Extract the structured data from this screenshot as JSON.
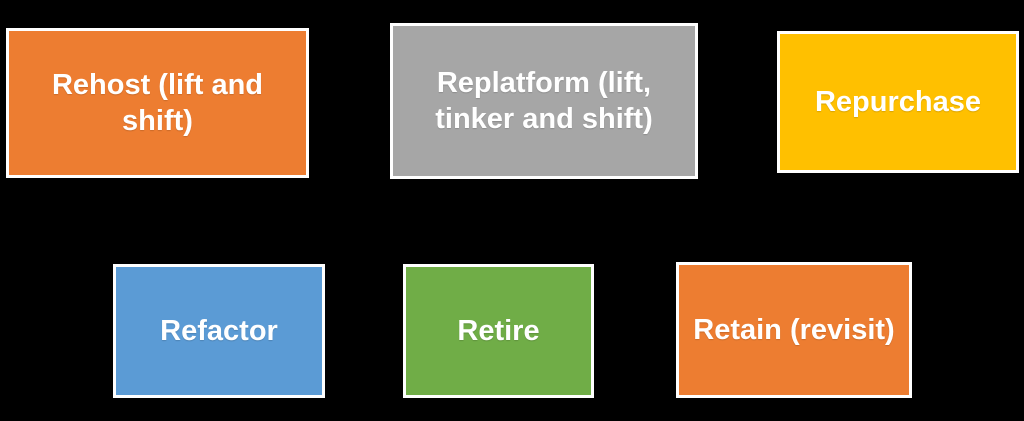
{
  "background_color": "#000000",
  "border_color": "#FFFFFF",
  "text_color": "#FFFFFF",
  "boxes": [
    {
      "id": "rehost",
      "label": "Rehost (lift and\nshift)",
      "color": "#ED7D31"
    },
    {
      "id": "replatform",
      "label": "Replatform (lift,\ntinker and shift)",
      "color": "#A6A6A6"
    },
    {
      "id": "repurchase",
      "label": "Repurchase",
      "color": "#FFC000"
    },
    {
      "id": "refactor",
      "label": "Refactor",
      "color": "#5B9BD5"
    },
    {
      "id": "retire",
      "label": "Retire",
      "color": "#70AD47"
    },
    {
      "id": "retain",
      "label": "Retain (revisit)",
      "color": "#ED7D31"
    }
  ]
}
